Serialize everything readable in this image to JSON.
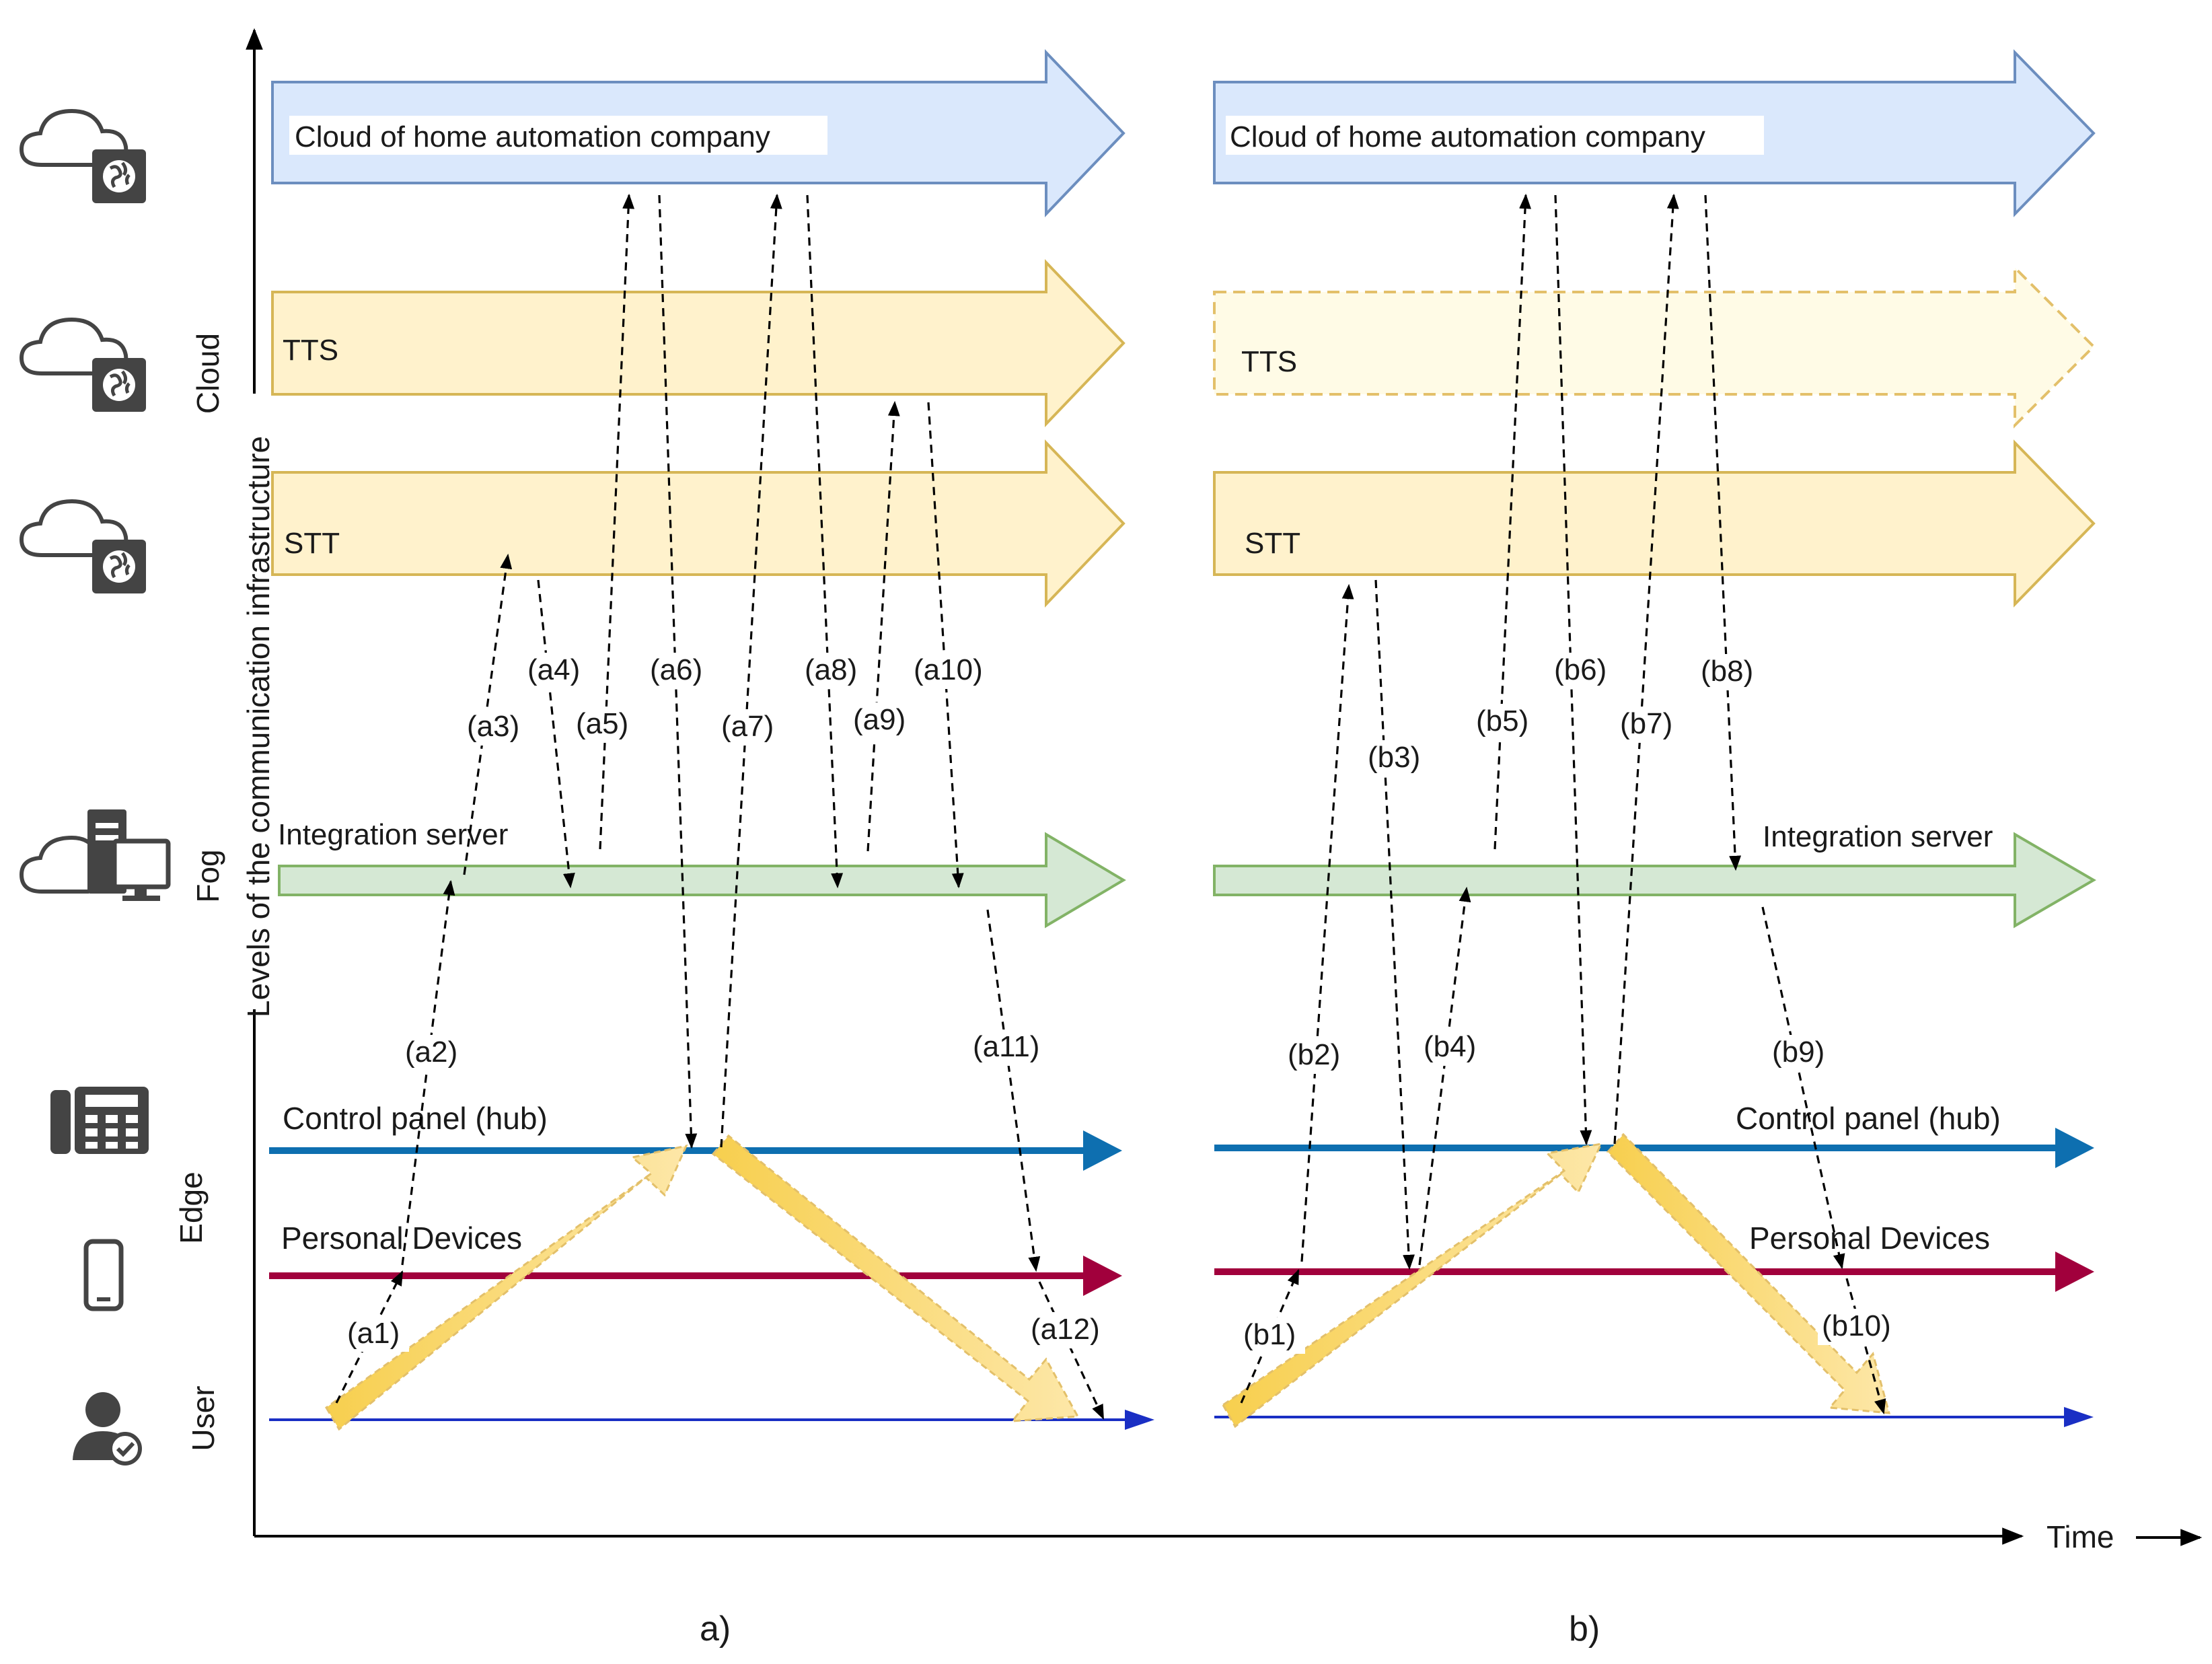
{
  "axes": {
    "y_title": "Levels of the communication infrastructure",
    "x_title": "Time",
    "levels": {
      "cloud": "Cloud",
      "fog": "Fog",
      "edge": "Edge",
      "user": "User"
    }
  },
  "icons": {
    "cloud1": "cloud-globe-icon",
    "cloud2": "cloud-globe-icon",
    "cloud3": "cloud-globe-icon",
    "fog": "cloud-computer-icon",
    "hub": "desk-phone-icon",
    "device": "smartphone-icon",
    "user": "user-check-icon"
  },
  "panel_a": {
    "caption": "a)",
    "cloud_label": "Cloud of home automation company",
    "tts_label": "TTS",
    "stt_label": "STT",
    "fog_label": "Integration server",
    "hub_label": "Control panel (hub)",
    "devices_label": "Personal Devices",
    "steps": [
      "(a1)",
      "(a2)",
      "(a3)",
      "(a4)",
      "(a5)",
      "(a6)",
      "(a7)",
      "(a8)",
      "(a9)",
      "(a10)",
      "(a11)",
      "(a12)"
    ]
  },
  "panel_b": {
    "caption": "b)",
    "cloud_label": "Cloud of home automation company",
    "tts_label": "TTS",
    "stt_label": "STT",
    "fog_label": "Integration server",
    "hub_label": "Control panel (hub)",
    "devices_label": "Personal Devices",
    "steps": [
      "(b1)",
      "(b2)",
      "(b3)",
      "(b4)",
      "(b5)",
      "(b6)",
      "(b7)",
      "(b8)",
      "(b9)",
      "(b10)"
    ]
  },
  "colors": {
    "cloud_fill": "#dae8fc",
    "cloud_stroke": "#6c8ebf",
    "service_fill": "#fff2cc",
    "service_stroke": "#d6b656",
    "service_off_fill": "#fffbe6",
    "fog_fill": "#d5e8d4",
    "fog_stroke": "#82b366",
    "hub_line": "#0e6fb0",
    "device_line": "#a1003c",
    "user_line": "#1a2fc4",
    "flow_arrow": "#f9d466"
  }
}
